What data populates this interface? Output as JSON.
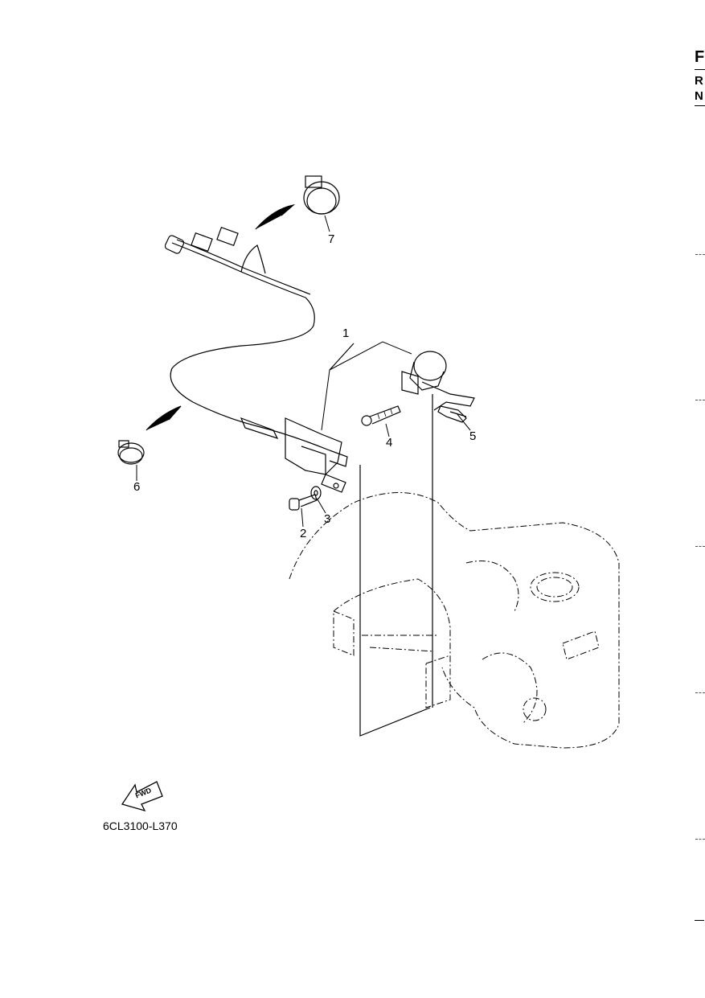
{
  "diagram": {
    "callouts": [
      {
        "id": "1",
        "label": "1"
      },
      {
        "id": "2",
        "label": "2"
      },
      {
        "id": "3",
        "label": "3"
      },
      {
        "id": "4",
        "label": "4"
      },
      {
        "id": "5",
        "label": "5"
      },
      {
        "id": "6",
        "label": "6"
      },
      {
        "id": "7",
        "label": "7"
      }
    ],
    "fwd_arrow_label": "FWD",
    "drawing_code": "6CL3100-L370"
  },
  "edge_tab": {
    "letters": [
      "F",
      "R",
      "N"
    ]
  }
}
